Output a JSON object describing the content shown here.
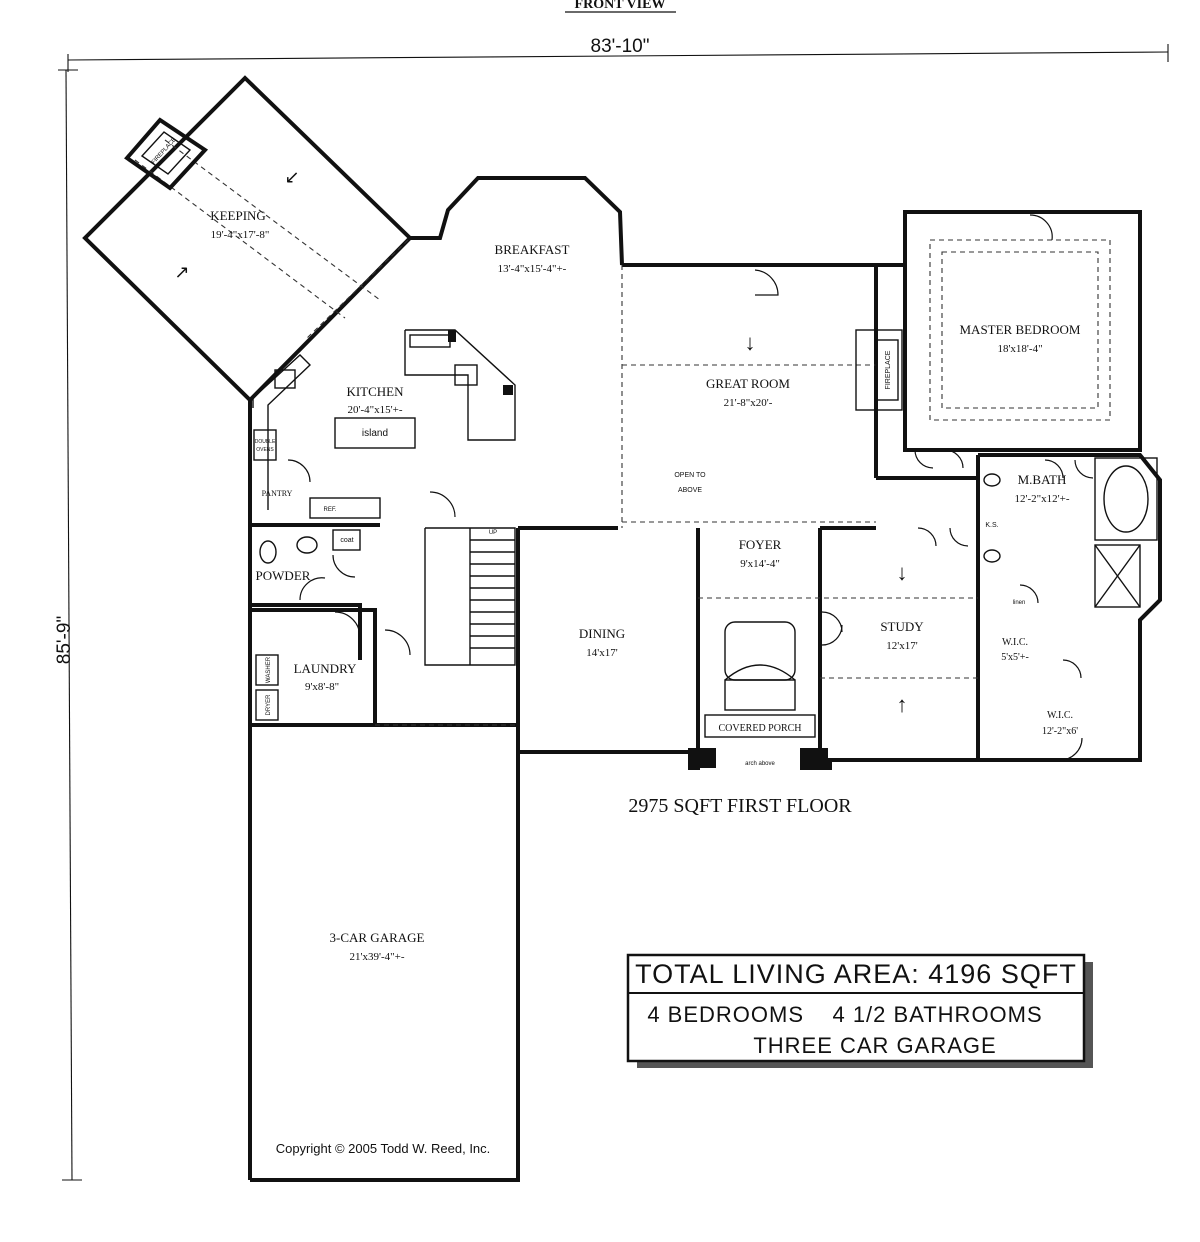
{
  "header": {
    "front_view": "FRONT VIEW"
  },
  "dimensions": {
    "width": "83'-10\"",
    "depth": "85'-9\""
  },
  "rooms": {
    "keeping": {
      "name": "KEEPING",
      "size": "19'-4\"x17'-8\""
    },
    "breakfast": {
      "name": "BREAKFAST",
      "size": "13'-4\"x15'-4\"+-"
    },
    "kitchen": {
      "name": "KITCHEN",
      "size": "20'-4\"x15'+-"
    },
    "great_room": {
      "name": "GREAT ROOM",
      "size": "21'-8\"x20'-"
    },
    "master_bedroom": {
      "name": "MASTER BEDROOM",
      "size": "18'x18'-4\""
    },
    "m_bath": {
      "name": "M.BATH",
      "size": "12'-2\"x12'+-"
    },
    "foyer": {
      "name": "FOYER",
      "size": "9'x14'-4\""
    },
    "study": {
      "name": "STUDY",
      "size": "12'x17'"
    },
    "dining": {
      "name": "DINING",
      "size": "14'x17'"
    },
    "laundry": {
      "name": "LAUNDRY",
      "size": "9'x8'-8\""
    },
    "powder": {
      "name": "POWDER"
    },
    "pantry": {
      "name": "PANTRY"
    },
    "wic_small": {
      "name": "W.I.C.",
      "size": "5'x5'+-"
    },
    "wic_large": {
      "name": "W.I.C.",
      "size": "12'-2\"x6'"
    },
    "covered_porch": {
      "name": "COVERED PORCH"
    },
    "garage": {
      "name": "3-CAR GARAGE",
      "size": "21'x39'-4\"+-"
    }
  },
  "fixtures": {
    "island": "island",
    "open_to_above_1": "OPEN TO",
    "open_to_above_2": "ABOVE",
    "double_ovens_1": "DOUBLE",
    "double_ovens_2": "OVENS",
    "ref": "REF.",
    "coat": "coat",
    "fireplace": "FIREPLACE",
    "ks": "K.S.",
    "linen": "linen",
    "washer": "WASHER",
    "dryer": "DRYER",
    "up": "UP",
    "arch_above": "arch above"
  },
  "floor_label": "2975 SQFT FIRST FLOOR",
  "summary": {
    "total": "TOTAL LIVING AREA: 4196 SQFT",
    "line1": "4 BEDROOMS    4 1/2 BATHROOMS",
    "line2": "THREE CAR GARAGE"
  },
  "copyright": "Copyright © 2005 Todd W. Reed, Inc."
}
